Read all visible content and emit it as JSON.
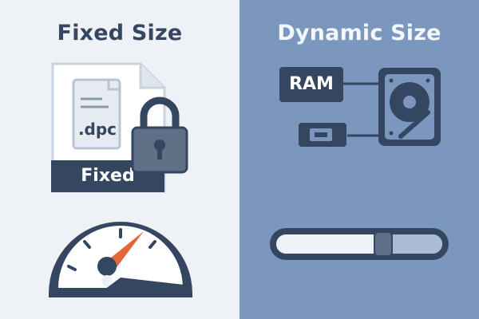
{
  "left": {
    "title": "Fixed Size",
    "file": {
      "extension": ".dpc",
      "label": "Fixed"
    },
    "icons": [
      "document-icon",
      "padlock-icon",
      "speedometer-icon"
    ]
  },
  "right": {
    "title": "Dynamic Size",
    "ram_label": "RAM",
    "icons": [
      "ram-icon",
      "hard-drive-icon",
      "memory-module-icon",
      "slider-bar-icon"
    ]
  },
  "colors": {
    "left_bg": "#eef1f5",
    "right_bg": "#7b97bd",
    "dark": "#344660",
    "accent": "#e5663b"
  }
}
